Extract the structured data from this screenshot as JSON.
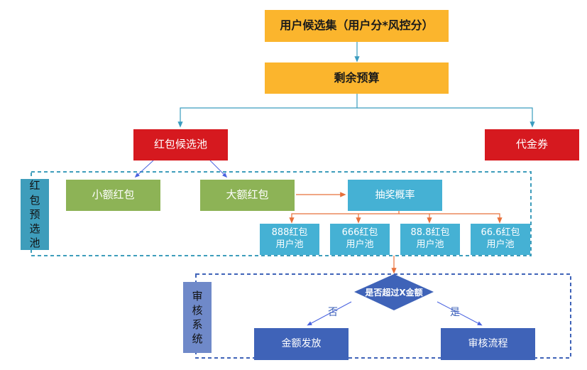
{
  "nodes": {
    "candidate_set": "用户候选集（用户分*风控分）",
    "remaining_budget": "剩余预算",
    "red_packet_pool": "红包候选池",
    "voucher": "代金券",
    "small_red_packet": "小额红包",
    "large_red_packet": "大额红包",
    "lottery_probability": "抽奖概率",
    "pools": [
      {
        "line1": "888红包",
        "line2": "用户池"
      },
      {
        "line1": "666红包",
        "line2": "用户池"
      },
      {
        "line1": "88.8红包",
        "line2": "用户池"
      },
      {
        "line1": "66.6红包",
        "line2": "用户池"
      }
    ],
    "decision": "是否超过X金额",
    "amount_release": "金额发放",
    "review_process": "审核流程"
  },
  "groups": {
    "preselect_pool": [
      "红",
      "包",
      "预",
      "选",
      "池"
    ],
    "review_system": [
      "审",
      "核",
      "系",
      "统"
    ]
  },
  "edge_labels": {
    "no": "否",
    "yes": "是"
  },
  "colors": {
    "orange": "#FBB52D",
    "red": "#D6191F",
    "green": "#8DB356",
    "teal": "#45B1D4",
    "navy": "#3F63B8",
    "group_label_teal": "#3E9DBB",
    "group_label_blue": "#6F89C9",
    "connector_teal": "#3A9CBF",
    "connector_orange": "#E8703A",
    "connector_blue": "#4A63E0"
  }
}
